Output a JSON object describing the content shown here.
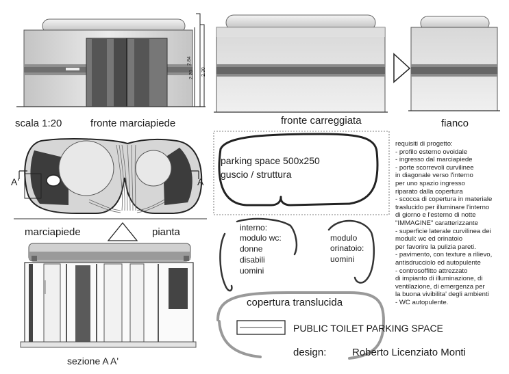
{
  "labels": {
    "scala": "scala  1:20",
    "fronte_marciapiede": "fronte marciapiede",
    "fronte_carreggiata": "fronte carreggiata",
    "fianco": "fianco",
    "marciapiede": "marciapiede",
    "pianta": "pianta",
    "sezione": "sezione A A'",
    "a_prime": "A'",
    "a": "A",
    "parking_line1": "parking space 500x250",
    "parking_line2": "guscio / struttura",
    "interno": [
      "interno:",
      "modulo wc:",
      "donne",
      "disabili",
      "uomini"
    ],
    "modulo": [
      "modulo",
      "orinatoio:",
      "uomini"
    ],
    "copertura": "copertura  translucida",
    "title": "PUBLIC TOILET PARKING SPACE",
    "design_label": "design:",
    "designer": "Roberto Licenziato Monti"
  },
  "dimensions": {
    "d284": "2.84",
    "d220": "2.20",
    "d230": "2.30"
  },
  "notes": [
    "requisiti di progetto:",
    "- profilo esterno ovoidale",
    "- ingresso dal marciapiede",
    "- porte  scorrevoli curvilinee",
    "   in diagonale verso l'interno",
    "   per uno spazio ingresso",
    "   riparato dalla copertura",
    "- scocca di copertura in materiale",
    "   traslucido per illuminare l'interno",
    "   di giorno e l'esterno di notte",
    "   \"IMMAGINE\" caratterizzante",
    "- superficie laterale curvilinea dei",
    "   moduli: wc ed orinatoio",
    "   per  favorire la pulizia pareti.",
    "- pavimento, con texture a rilievo,",
    "   antisdrucciolo ed autopulente",
    "- controsoffitto attrezzato",
    "   di impianto di illuminazione, di",
    "   ventilazione, di emergenza per",
    "   la buona vivibilita' degli ambienti",
    "- WC autopulente."
  ]
}
